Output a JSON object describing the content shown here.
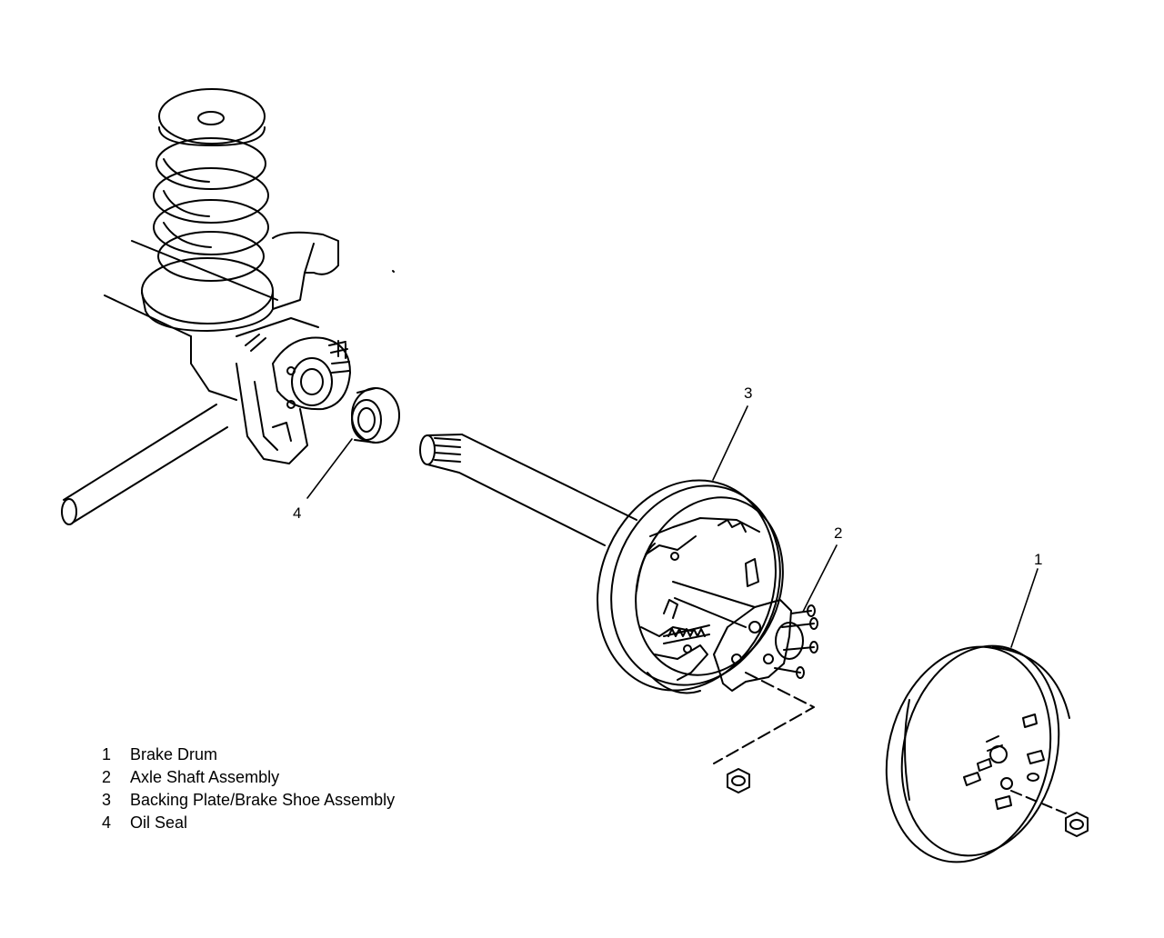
{
  "callouts": {
    "c1": "1",
    "c2": "2",
    "c3": "3",
    "c4": "4"
  },
  "legend": [
    {
      "num": "1",
      "label": "Brake Drum"
    },
    {
      "num": "2",
      "label": "Axle Shaft Assembly"
    },
    {
      "num": "3",
      "label": "Backing Plate/Brake Shoe Assembly"
    },
    {
      "num": "4",
      "label": "Oil Seal"
    }
  ]
}
